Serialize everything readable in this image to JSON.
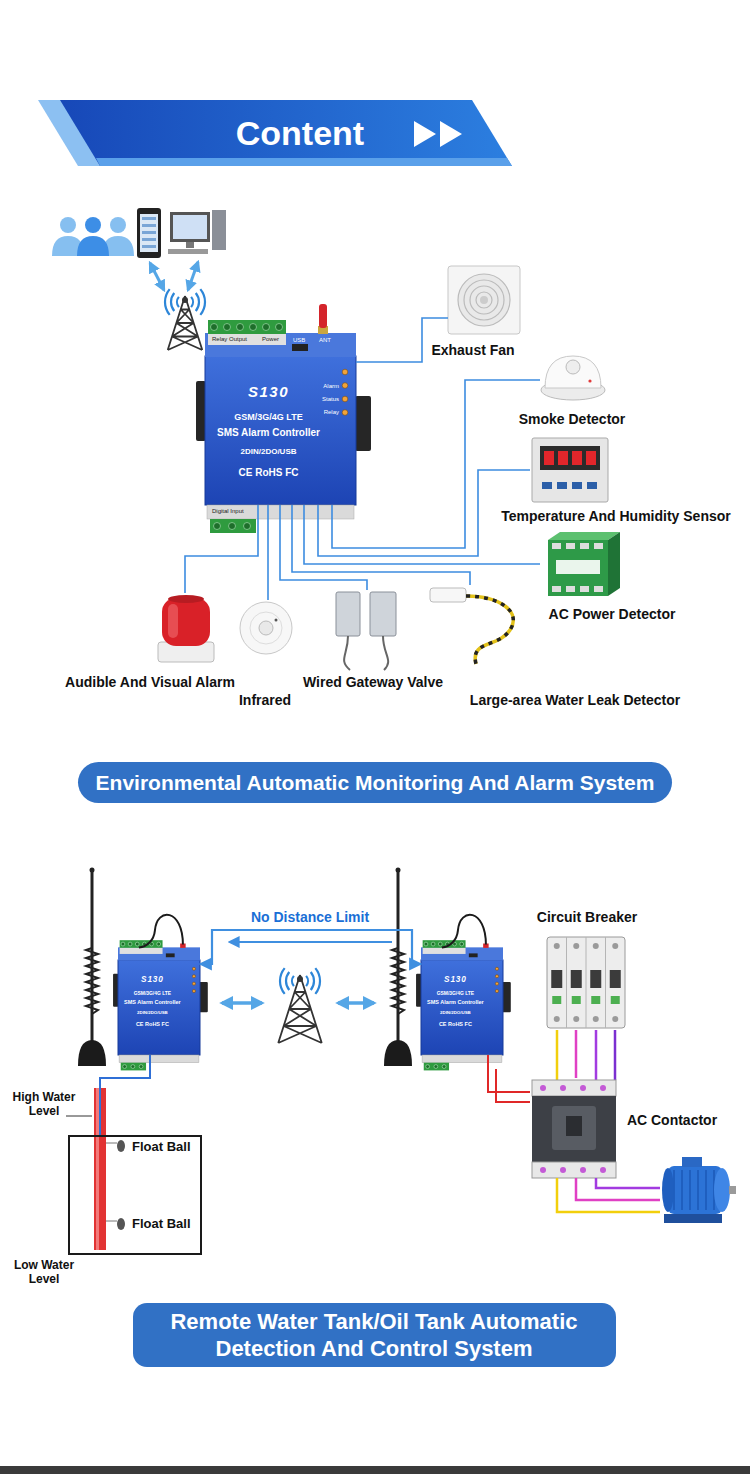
{
  "diagram": {
    "title": "Content",
    "nodes": [
      {
        "text": [
          "S130",
          "GSM/3G/4G LTE",
          "SMS Alarm Controller",
          "2DIN/2DO/USB",
          "CE RoHS FC"
        ]
      },
      {
        "text": [
          "Exhaust Fan"
        ]
      },
      {
        "text": [
          "Smoke Detector"
        ]
      },
      {
        "text": [
          "Temperature And Humidity Sensor"
        ]
      },
      {
        "text": [
          "AC Power Detector"
        ]
      },
      {
        "text": [
          "Audible And Visual Alarm"
        ]
      },
      {
        "text": [
          "Infrared"
        ]
      },
      {
        "text": [
          "Wired Gateway Valve"
        ]
      },
      {
        "text": [
          "Large-area Water Leak Detector"
        ]
      },
      {
        "text": [
          "Environmental Automatic Monitoring And Alarm System"
        ]
      },
      {
        "text": [
          "S130",
          "GSM/3G/4G LTE",
          "SMS Alarm Controller",
          "2DIN/2DO/USB",
          "CE RoHS FC"
        ]
      },
      {
        "text": [
          "S130",
          "GSM/3G/4G LTE",
          "SMS Alarm Controller",
          "2DIN/2DO/USB",
          "CE RoHS FC"
        ]
      },
      {
        "text": [
          "Circuit Breaker"
        ]
      },
      {
        "text": [
          "AC Contactor"
        ]
      },
      {
        "text": [
          "Float Ball",
          "Float Ball"
        ]
      },
      {
        "text": [
          "Remote Water Tank/Oil Tank Automatic Detection And Control System"
        ]
      }
    ],
    "edges": [
      {
        "from": 0,
        "to": 1,
        "arrow": "none"
      },
      {
        "from": 0,
        "to": 2,
        "arrow": "none"
      },
      {
        "from": 0,
        "to": 3,
        "arrow": "none"
      },
      {
        "from": 0,
        "to": 4,
        "arrow": "none"
      },
      {
        "from": 0,
        "to": 5,
        "arrow": "none"
      },
      {
        "from": 0,
        "to": 6,
        "arrow": "none"
      },
      {
        "from": 0,
        "to": 7,
        "arrow": "none"
      },
      {
        "from": 0,
        "to": 8,
        "arrow": "none"
      },
      {
        "from": 10,
        "to": 11,
        "label": "No Distance Limit",
        "arrow": "both"
      },
      {
        "from": 12,
        "to": 13,
        "arrow": "none"
      },
      {
        "from": 11,
        "to": 13,
        "arrow": "none"
      },
      {
        "from": 10,
        "to": 14,
        "arrow": "none"
      }
    ],
    "labels": [
      "Relay Output",
      "Power",
      "USB",
      "ANT",
      "Alarm",
      "Status",
      "Relay",
      "Digital Input",
      "High Water Level",
      "Low Water Level"
    ]
  }
}
